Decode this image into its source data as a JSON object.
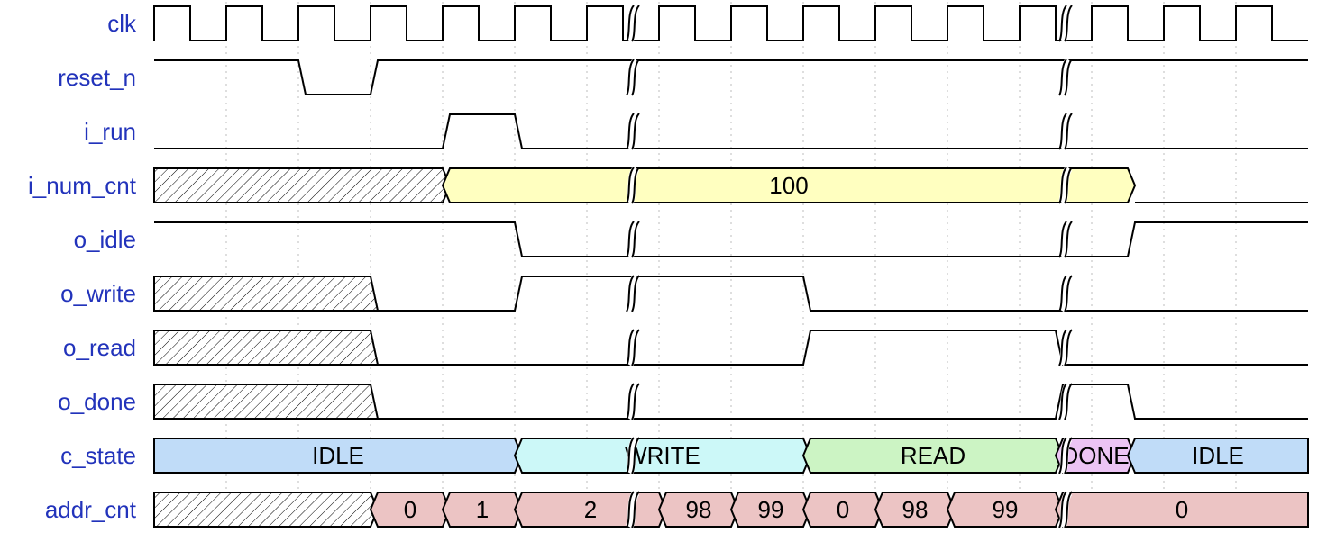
{
  "signals": [
    {
      "name": "clk",
      "kind": "clock"
    },
    {
      "name": "reset_n",
      "kind": "bit",
      "wave": [
        [
          0,
          1
        ],
        [
          4,
          0
        ],
        [
          6,
          1
        ]
      ]
    },
    {
      "name": "i_run",
      "kind": "bit",
      "wave": [
        [
          0,
          0
        ],
        [
          8,
          1
        ],
        [
          10,
          0
        ]
      ]
    },
    {
      "name": "i_num_cnt",
      "kind": "bus",
      "wave": [
        {
          "from": 0,
          "to": 8,
          "type": "x"
        },
        {
          "from": 8,
          "to": 27,
          "label": "100",
          "color": "#ffffc0"
        },
        {
          "from": 27,
          "to": 32,
          "type": "blank"
        }
      ]
    },
    {
      "name": "o_idle",
      "kind": "bit",
      "wave": [
        [
          0,
          1
        ],
        [
          10,
          0
        ],
        [
          27,
          1
        ]
      ]
    },
    {
      "name": "o_write",
      "kind": "bit",
      "wave": [
        [
          0,
          "x"
        ],
        [
          6,
          0
        ],
        [
          10,
          1
        ],
        [
          18,
          0
        ]
      ]
    },
    {
      "name": "o_read",
      "kind": "bit",
      "wave": [
        [
          0,
          "x"
        ],
        [
          6,
          0
        ],
        [
          18,
          1
        ],
        [
          25,
          0
        ]
      ]
    },
    {
      "name": "o_done",
      "kind": "bit",
      "wave": [
        [
          0,
          "x"
        ],
        [
          6,
          0
        ],
        [
          25,
          1
        ],
        [
          27,
          0
        ]
      ]
    },
    {
      "name": "c_state",
      "kind": "bus",
      "wave": [
        {
          "from": 0,
          "to": 10,
          "label": "IDLE",
          "color": "#c0dcf8"
        },
        {
          "from": 10,
          "to": 18,
          "label": "WRITE",
          "color": "#ccf8f8"
        },
        {
          "from": 18,
          "to": 25,
          "label": "READ",
          "color": "#ccf4c4"
        },
        {
          "from": 25,
          "to": 27,
          "label": "DONE",
          "color": "#ecc4f4"
        },
        {
          "from": 27,
          "to": 32,
          "label": "IDLE",
          "color": "#c0dcf8"
        }
      ]
    },
    {
      "name": "addr_cnt",
      "kind": "bus",
      "wave": [
        {
          "from": 0,
          "to": 6,
          "type": "x"
        },
        {
          "from": 6,
          "to": 8,
          "label": "0",
          "color": "#ecc4c4"
        },
        {
          "from": 8,
          "to": 10,
          "label": "1",
          "color": "#ecc4c4"
        },
        {
          "from": 10,
          "to": 14,
          "label": "2",
          "color": "#ecc4c4"
        },
        {
          "from": 14,
          "to": 16,
          "label": "98",
          "color": "#ecc4c4"
        },
        {
          "from": 16,
          "to": 18,
          "label": "99",
          "color": "#ecc4c4"
        },
        {
          "from": 18,
          "to": 20,
          "label": "0",
          "color": "#ecc4c4"
        },
        {
          "from": 20,
          "to": 22,
          "label": "98",
          "color": "#ecc4c4"
        },
        {
          "from": 22,
          "to": 25,
          "label": "99",
          "color": "#ecc4c4"
        },
        {
          "from": 25,
          "to": 32,
          "label": "0",
          "color": "#ecc4c4"
        }
      ]
    }
  ],
  "breaks": [
    13,
    25
  ],
  "half_cycles": 32,
  "colors": {
    "label": "#2233bb",
    "line": "#000000",
    "grid": "#bdbdbd"
  }
}
